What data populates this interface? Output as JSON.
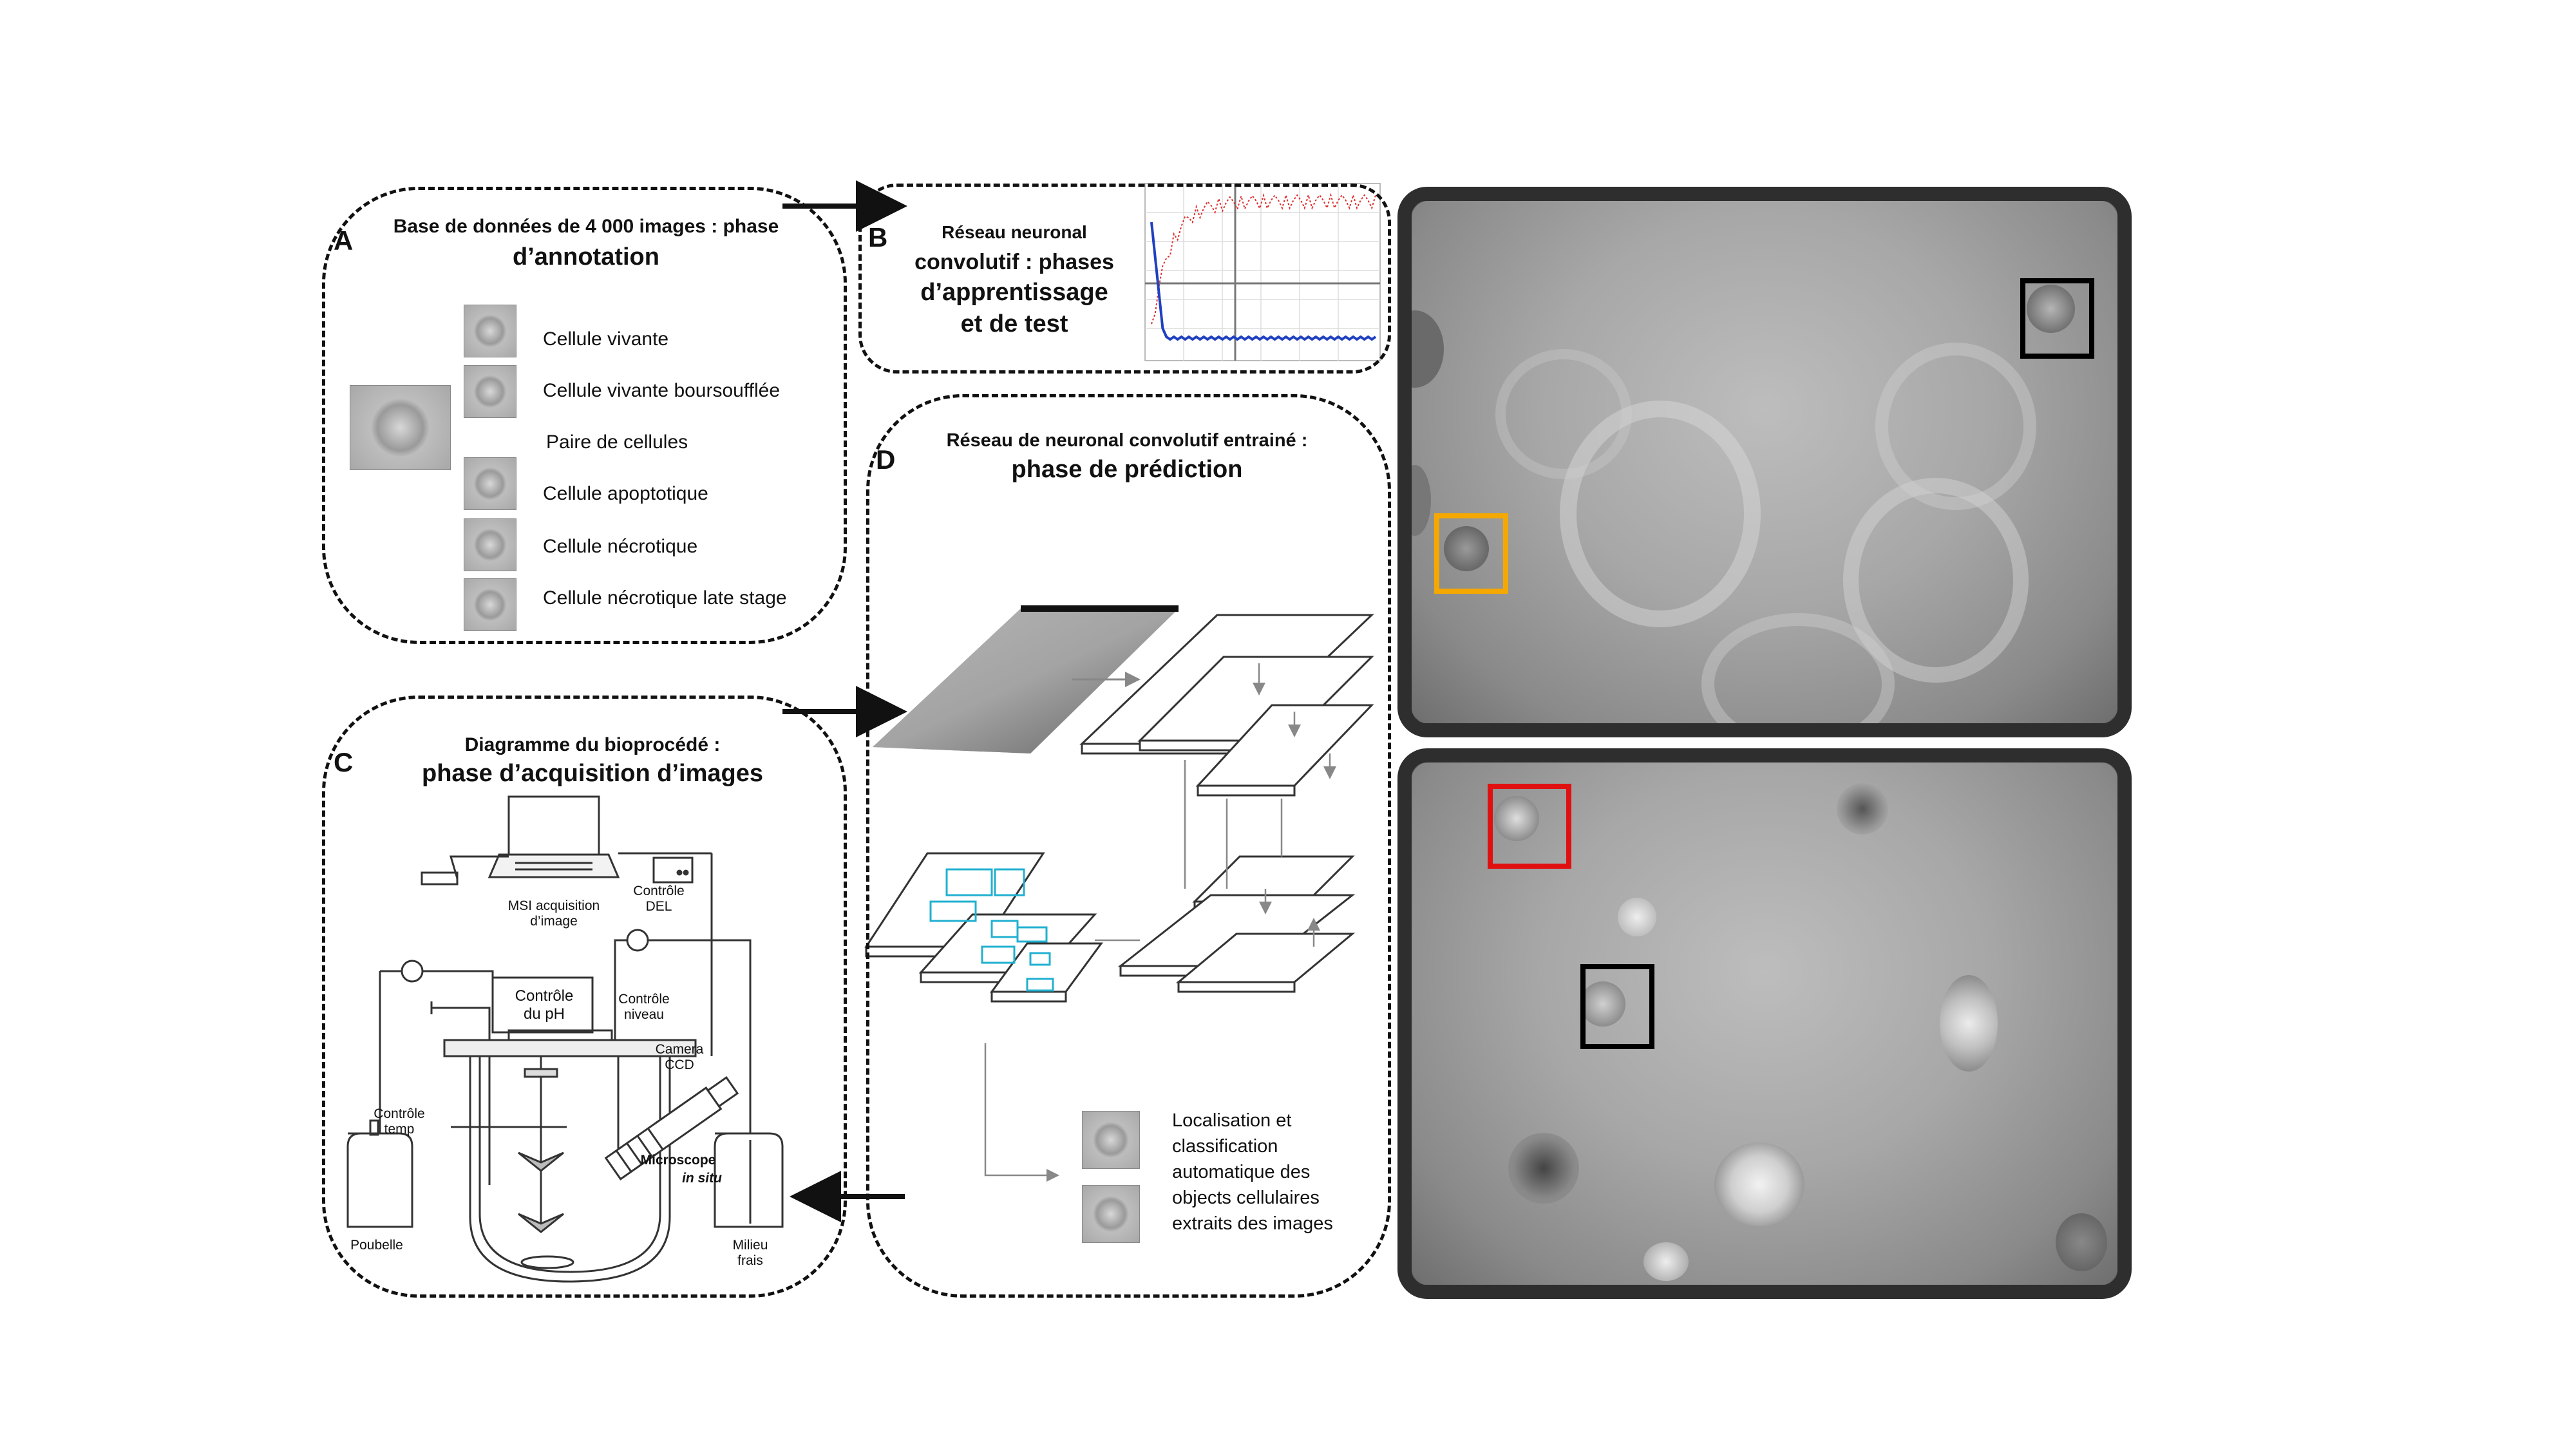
{
  "panel_a": {
    "letter": "A",
    "title_line1": "Base de données de 4 000 images : phase",
    "title_line2": "d’annotation",
    "classes": [
      "Cellule vivante",
      "Cellule vivante boursoufflée",
      "Paire de cellules",
      "Cellule apoptotique",
      "Cellule nécrotique",
      "Cellule nécrotique late stage"
    ]
  },
  "panel_b": {
    "letter": "B",
    "title_line1": "Réseau neuronal",
    "title_line2": "convolutif : phases",
    "title_line3": "d’apprentissage",
    "title_line4": "et de test",
    "chart_colors": {
      "accuracy": "#e03030",
      "loss": "#2040c0"
    }
  },
  "panel_c": {
    "letter": "C",
    "title_small": "Diagramme du bioprocédé :",
    "title_big": "phase d’acquisition d’images",
    "labels": {
      "msi": "MSI acquisition\nd’image",
      "del": "Contrôle\nDEL",
      "ph": "Contrôle\ndu pH",
      "niveau": "Contrôle\nniveau",
      "camera": "Camera\nCCD",
      "temp": "Contrôle\ntemp",
      "microscope": "Microscope",
      "in_situ": "in situ",
      "poubelle": "Poubelle",
      "milieu": "Milieu\nfrais"
    }
  },
  "panel_d": {
    "letter": "D",
    "title_small": "Réseau de neuronal convolutif entrainé :",
    "title_big": "phase de prédiction",
    "output_text": "Localisation et\nclassification\nautomatique des\nobjects cellulaires\nextraits des images",
    "accent": "#20b0d0"
  },
  "micrographs": {
    "box_colors": {
      "orange": "#f5a800",
      "red": "#e01010",
      "black": "#000000"
    }
  }
}
